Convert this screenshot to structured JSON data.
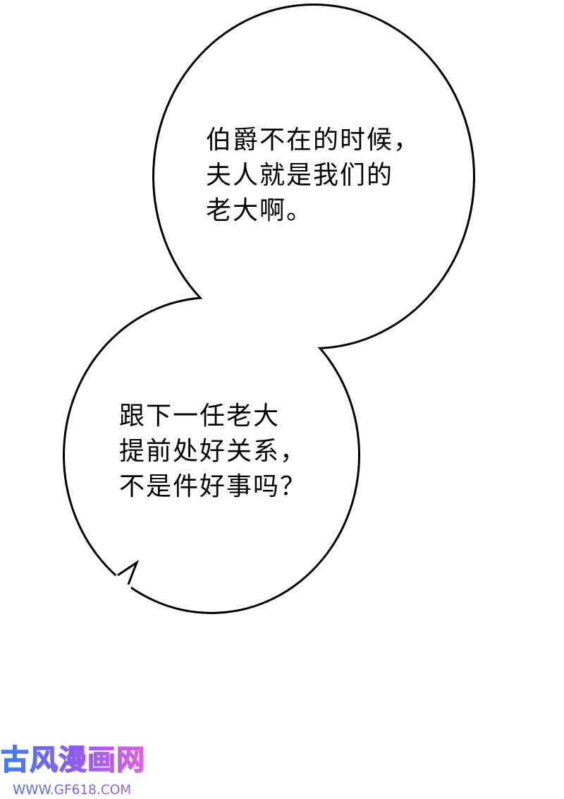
{
  "panel": {
    "background": "#ffffff",
    "text_color": "#000000",
    "outline_color": "#000000"
  },
  "bubbles": [
    {
      "id": "top",
      "lines": [
        "伯爵不在的时候，",
        "夫人就是我们的",
        "老大啊。"
      ]
    },
    {
      "id": "bottom",
      "lines": [
        "跟下一任老大",
        "提前处好关系，",
        "不是件好事吗？"
      ]
    }
  ],
  "watermark": {
    "title": "古风漫画网",
    "url": "WWW.GF618.COM",
    "title_gradient": [
      "#3d7ef2",
      "#8e5cf2",
      "#e35fe6"
    ],
    "url_gradient": [
      "#4b6fe4",
      "#a05fe2"
    ]
  }
}
